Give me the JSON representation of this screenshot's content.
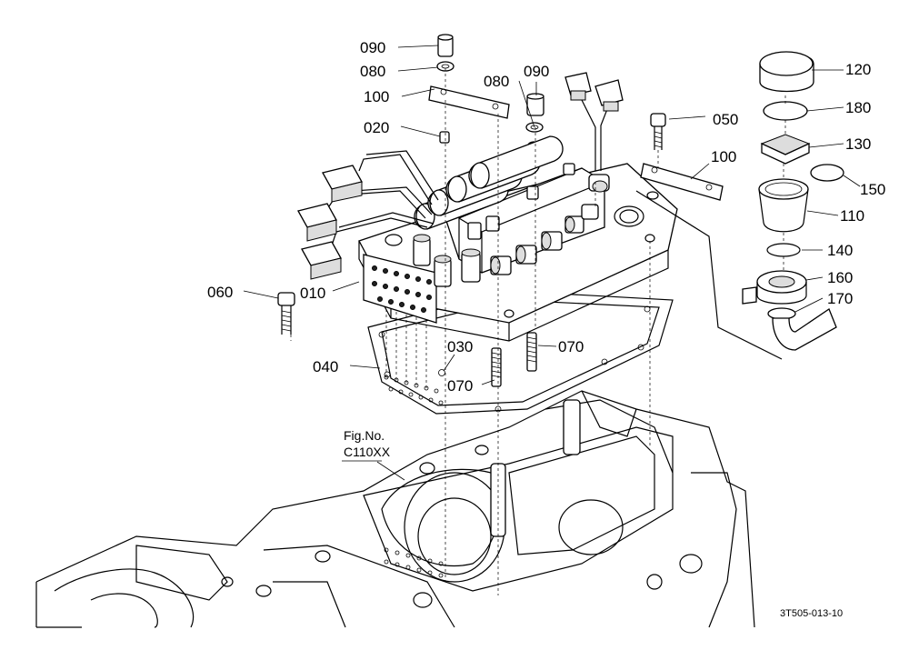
{
  "labels": {
    "p090a": "090",
    "p080a": "080",
    "p100a": "100",
    "p020": "020",
    "p080b": "080",
    "p090b": "090",
    "p050": "050",
    "p100b": "100",
    "p060": "060",
    "p010": "010",
    "p040": "040",
    "p030": "030",
    "p070a": "070",
    "p070b": "070",
    "p120": "120",
    "p180": "180",
    "p130": "130",
    "p150": "150",
    "p110": "110",
    "p140": "140",
    "p160": "160",
    "p170": "170"
  },
  "figure_ref": {
    "line1": "Fig.No.",
    "line2": "C110XX"
  },
  "drawing_code": "3T505-013-10"
}
